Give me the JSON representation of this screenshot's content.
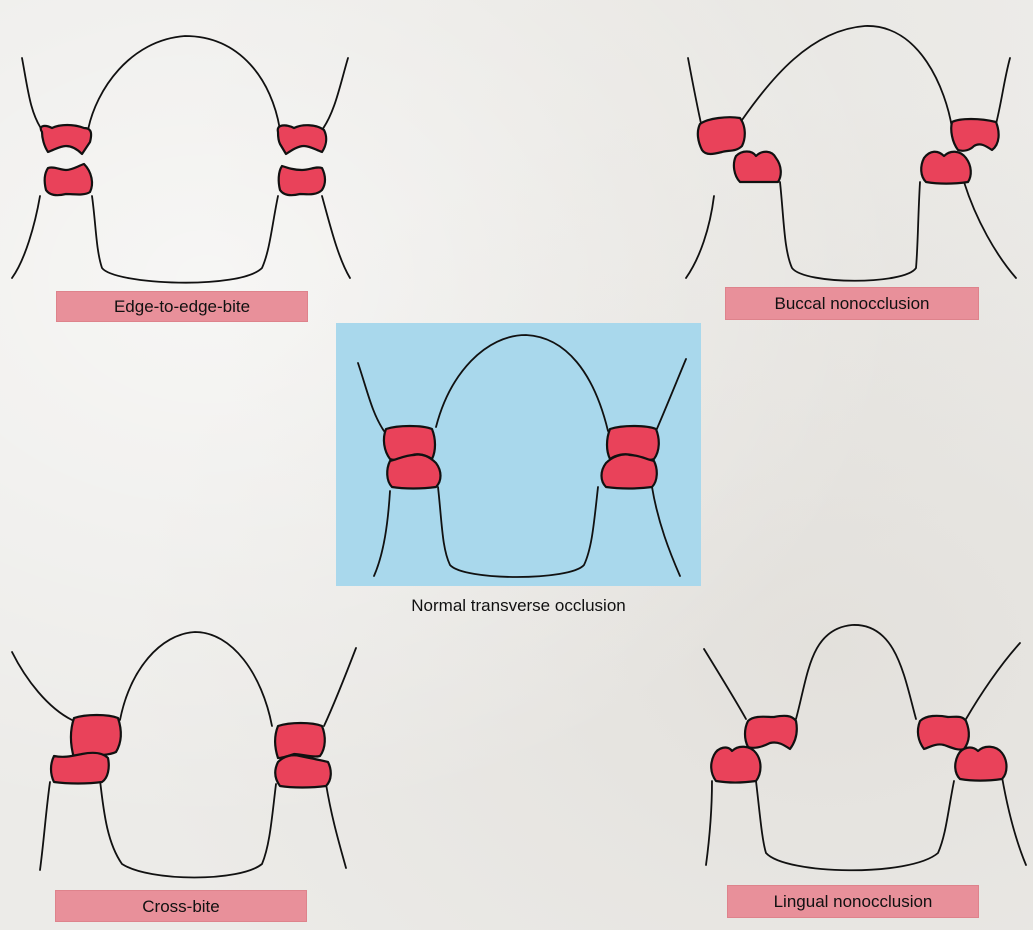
{
  "colors": {
    "page_bg": "#ecebe8",
    "tooth_fill": "#e9425a",
    "outline": "#111111",
    "label_bg": "#e8909a",
    "normal_bg": "#a9d8ec"
  },
  "panels": {
    "edge_to_edge": {
      "label": "Edge-to-edge-bite"
    },
    "buccal_nonocclusion": {
      "label": "Buccal nonocclusion"
    },
    "normal": {
      "label": "Normal transverse occlusion"
    },
    "cross_bite": {
      "label": "Cross-bite"
    },
    "lingual_nonocclusion": {
      "label": "Lingual nonocclusion"
    }
  }
}
